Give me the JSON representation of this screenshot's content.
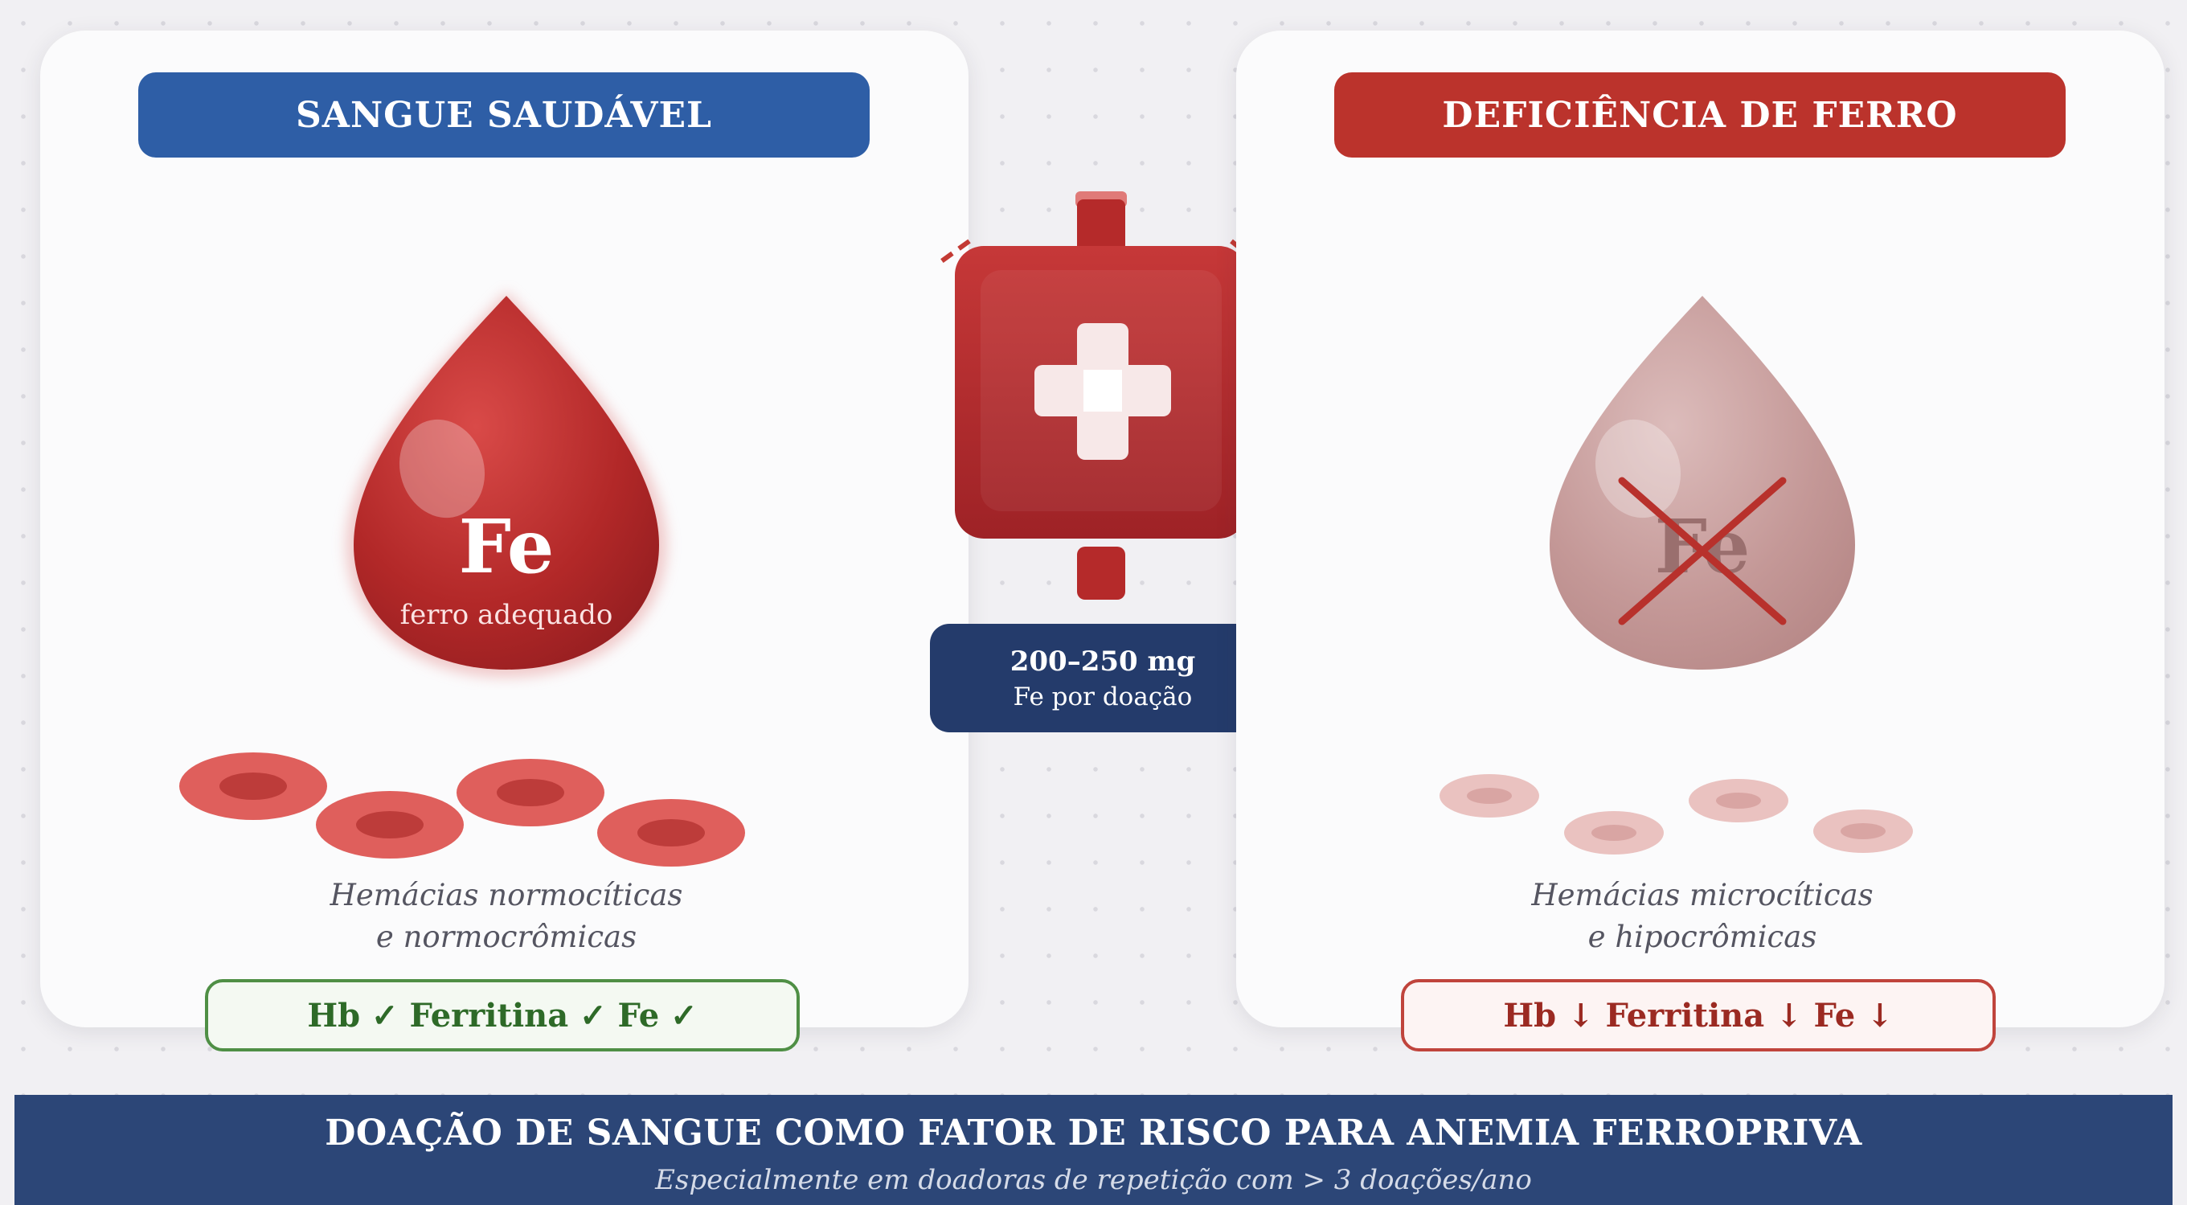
{
  "healthy": {
    "title": "SANGUE SAUDÁVEL",
    "symbol": "Fe",
    "symbol_caption": "ferro adequado",
    "caption_line1": "Hemácias normocíticas",
    "caption_line2": "e normocrômicas",
    "status": "Hb ✓ Ferritina ✓ Fe ✓",
    "colors": {
      "title_bg": "#2e5ea6",
      "drop": "#b52a2a",
      "cells": "#df5f5c",
      "status_border": "#4f8f45"
    }
  },
  "deficient": {
    "title": "DEFICIÊNCIA DE FERRO",
    "symbol": "Fe",
    "caption_line1": "Hemácias microcíticas",
    "caption_line2": "e hipocrômicas",
    "status": "Hb ↓ Ferritina ↓ Fe ↓",
    "colors": {
      "title_bg": "#bb332c",
      "drop": "#c79a99",
      "cells": "#eac2c0",
      "status_border": "#c0443c"
    }
  },
  "donation": {
    "icon": "blood-bag-icon",
    "amount": "200–250 mg",
    "amount_caption": "Fe por doação",
    "colors": {
      "bag": "#b52a2a",
      "label_bg": "#243b6b"
    }
  },
  "footer": {
    "title": "DOAÇÃO DE SANGUE COMO FATOR DE RISCO PARA ANEMIA FERROPRIVA",
    "subtitle": "Especialmente em doadoras de repetição com > 3 doações/ano",
    "colors": {
      "bg": "#2c4677"
    }
  }
}
